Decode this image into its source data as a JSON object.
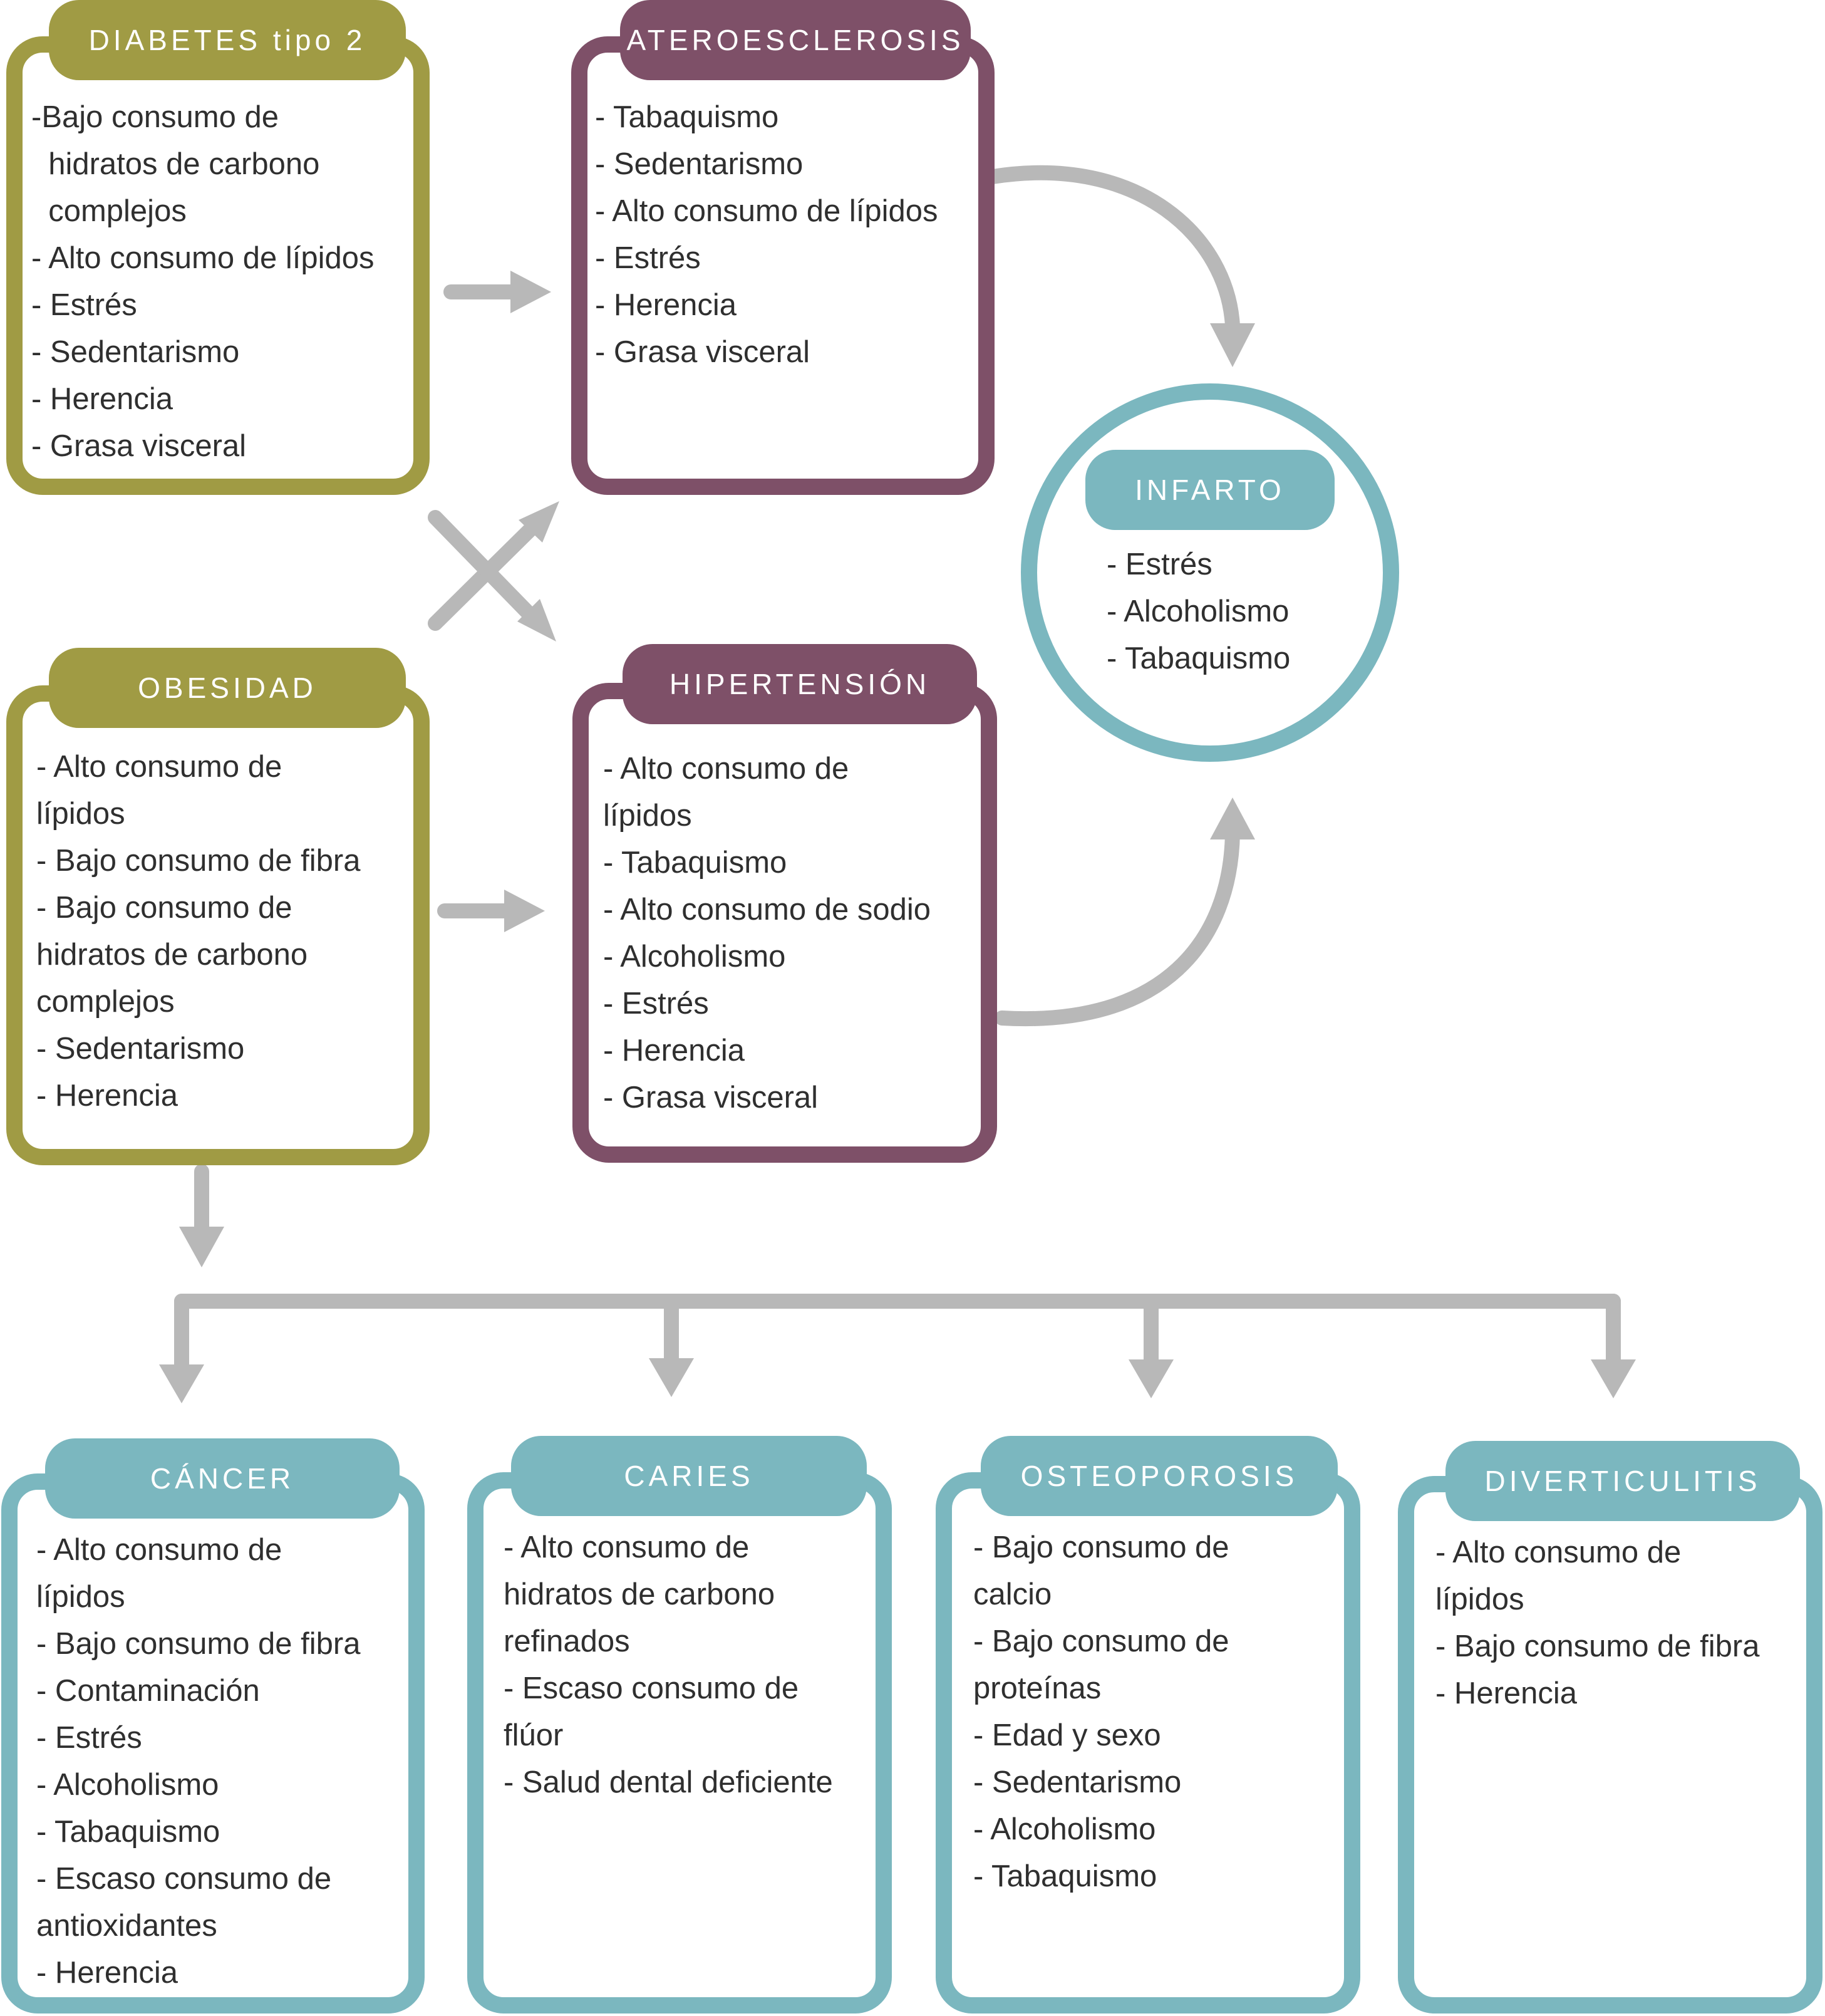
{
  "colors": {
    "olive": "#a09b44",
    "purple": "#7e5068",
    "teal": "#7bb7bf",
    "arrow": "#b8b8b8",
    "text": "#2f2f2f"
  },
  "diabetes": {
    "title": "DIABETES tipo 2",
    "items": [
      "-Bajo consumo de",
      "  hidratos de carbono",
      "  complejos",
      "- Alto consumo de lípidos",
      "- Estrés",
      "- Sedentarismo",
      "- Herencia",
      "- Grasa visceral"
    ]
  },
  "ateroesclerosis": {
    "title": "ATEROESCLEROSIS",
    "items": [
      "- Tabaquismo",
      "- Sedentarismo",
      "- Alto consumo de lípidos",
      "- Estrés",
      "- Herencia",
      "- Grasa visceral"
    ]
  },
  "infarto": {
    "title": "INFARTO",
    "items": [
      "- Estrés",
      "- Alcoholismo",
      "- Tabaquismo"
    ]
  },
  "obesidad": {
    "title": "OBESIDAD",
    "items": [
      "- Alto consumo de",
      "lípidos",
      "- Bajo consumo de fibra",
      "- Bajo consumo de",
      "hidratos de carbono",
      "complejos",
      "- Sedentarismo",
      "- Herencia"
    ]
  },
  "hipertension": {
    "title": "HIPERTENSIÓN",
    "items": [
      "- Alto consumo de",
      "lípidos",
      "- Tabaquismo",
      "- Alto consumo de sodio",
      "- Alcoholismo",
      "- Estrés",
      "- Herencia",
      "- Grasa visceral"
    ]
  },
  "cancer": {
    "title": "CÁNCER",
    "items": [
      "- Alto consumo de",
      "lípidos",
      "- Bajo consumo de fibra",
      "- Contaminación",
      "- Estrés",
      "- Alcoholismo",
      "- Tabaquismo",
      "- Escaso consumo de",
      "antioxidantes",
      "- Herencia"
    ]
  },
  "caries": {
    "title": "CARIES",
    "items": [
      "- Alto consumo de",
      "hidratos de carbono",
      "refinados",
      "- Escaso consumo de",
      "flúor",
      "- Salud dental deficiente"
    ]
  },
  "osteoporosis": {
    "title": "OSTEOPOROSIS",
    "items": [
      "- Bajo consumo de",
      "calcio",
      "- Bajo consumo de",
      "proteínas",
      "- Edad y sexo",
      "- Sedentarismo",
      "- Alcoholismo",
      "- Tabaquismo"
    ]
  },
  "diverticulitis": {
    "title": "DIVERTICULITIS",
    "items": [
      "- Alto consumo de",
      "lípidos",
      "- Bajo consumo de fibra",
      "- Herencia"
    ]
  }
}
